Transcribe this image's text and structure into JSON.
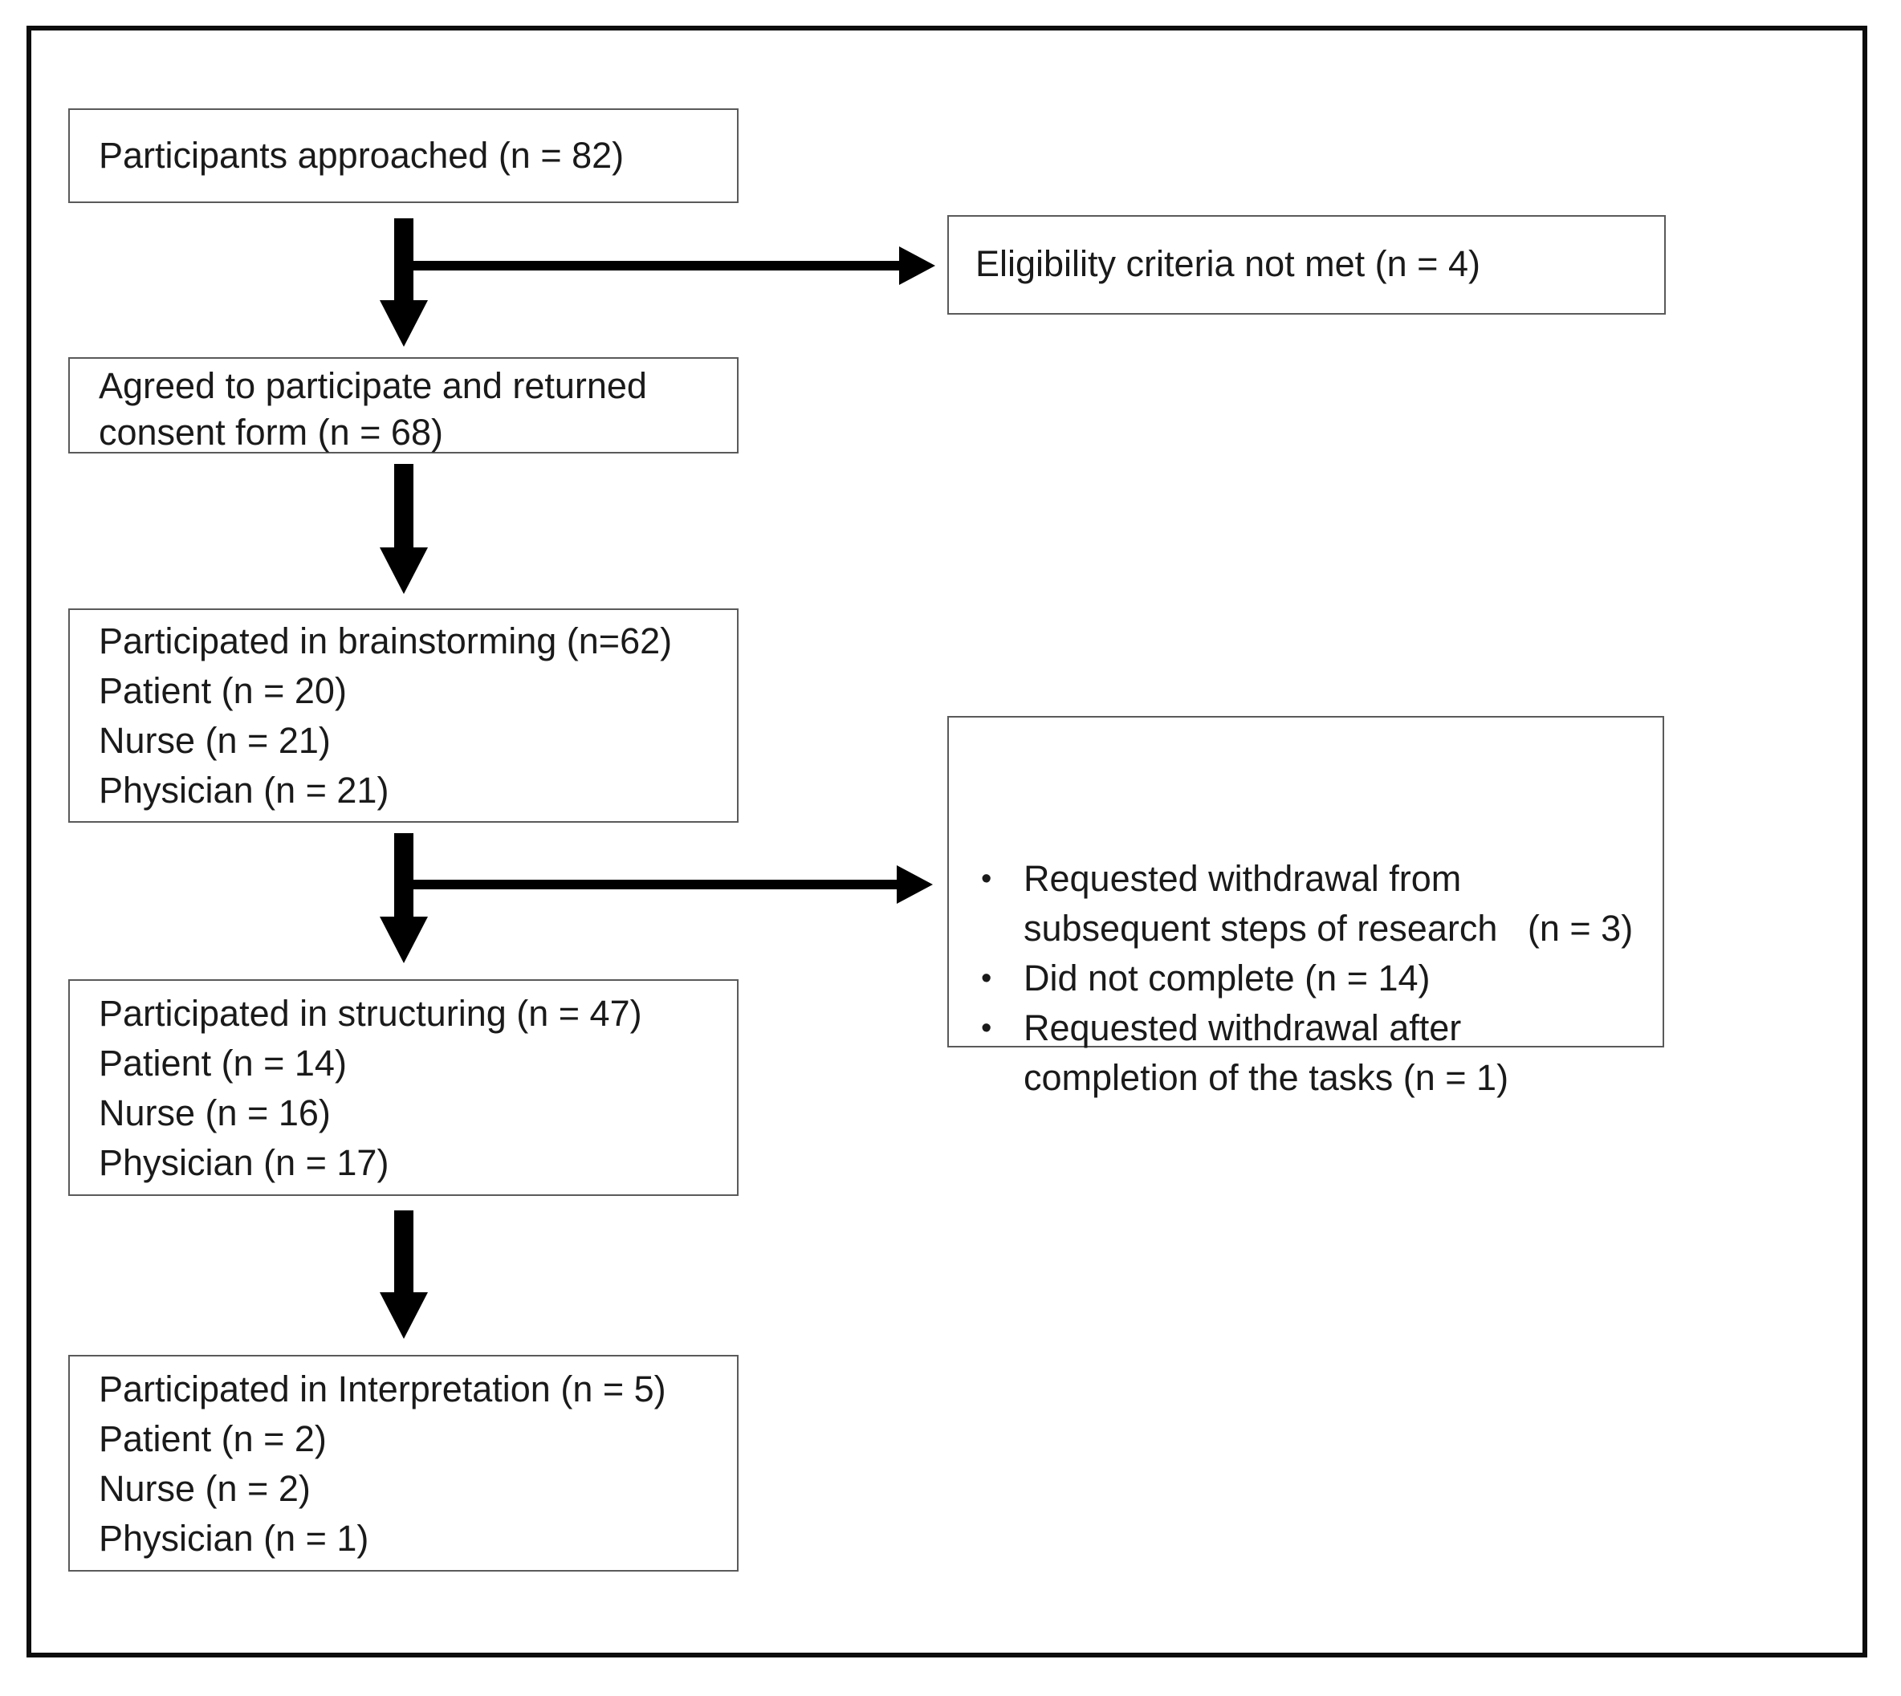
{
  "figure": {
    "type": "participant-flow-diagram",
    "boxes": {
      "approached": {
        "text": "Participants approached (n = 82)"
      },
      "eligibility": {
        "text": "Eligibility criteria not met (n = 4)"
      },
      "consent": {
        "text": "Agreed to participate and returned\nconsent form (n = 68)"
      },
      "brainstorming": {
        "text": "Participated in brainstorming (n=62)\nPatient (n = 20)\nNurse (n = 21)\nPhysician (n = 21)"
      },
      "withdrawal": {
        "bullet_glyph": "•",
        "bullets": [
          "Requested withdrawal from\nsubsequent steps of research   (n = 3)",
          "Did not complete (n = 14)",
          "Requested withdrawal after\ncompletion of the tasks (n = 1)"
        ]
      },
      "structuring": {
        "text": "Participated in structuring (n = 47)\nPatient (n = 14)\nNurse (n = 16)\nPhysician (n = 17)"
      },
      "interpretation": {
        "text": "Participated in Interpretation (n = 5)\nPatient (n = 2)\nNurse (n = 2)\nPhysician (n = 1)"
      }
    },
    "colors": {
      "background": "#ffffff",
      "text": "#1a1a1a",
      "box_border": "#5a5a5a",
      "outer_border": "#0d0d0d",
      "arrow": "#000000"
    }
  }
}
